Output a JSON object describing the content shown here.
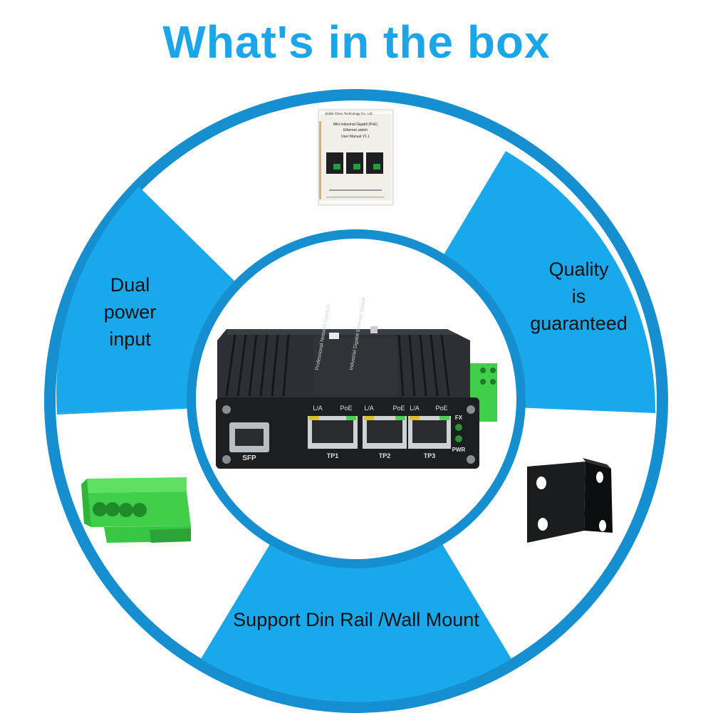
{
  "headline": "What's in the box",
  "colors": {
    "headline": "#1ba6ea",
    "segment_blue": "#1aa8ec",
    "ring_outer": "#168fd0",
    "white": "#ffffff",
    "device_body": "#1f2326",
    "terminal_green": "#3fcf4a",
    "bracket": "#181a1c"
  },
  "segments": {
    "left": {
      "lines": [
        "Dual",
        "power",
        "input"
      ]
    },
    "right": {
      "lines": [
        "Quality",
        "is",
        "guaranteed"
      ]
    },
    "bottom": {
      "lines": [
        "Support Din Rail /Wall Mount"
      ]
    }
  },
  "items": {
    "manual": {
      "icon": "user-manual-icon",
      "company": "Jinlink Chino Technology Co., Ltd.",
      "title_lines": [
        "Mini Industrial Gigabit (PoE)",
        "Ethernet switch",
        "User Manual V1.1"
      ]
    },
    "switch": {
      "icon": "ethernet-switch-icon",
      "port_labels": [
        "L/A",
        "PoE",
        "L/A",
        "PoE",
        "L/A",
        "PoE"
      ],
      "ports": [
        "TP1",
        "TP2",
        "TP3"
      ],
      "sfp_label": "SFP",
      "led_labels": [
        "FX",
        "PWR"
      ],
      "side_text_1": "Professional Network Solution",
      "side_text_2": "Industrial Gigabit Ethernet Switch"
    },
    "terminal_block": {
      "icon": "terminal-block-icon"
    },
    "mount_bracket": {
      "icon": "wall-mount-bracket-icon"
    }
  }
}
